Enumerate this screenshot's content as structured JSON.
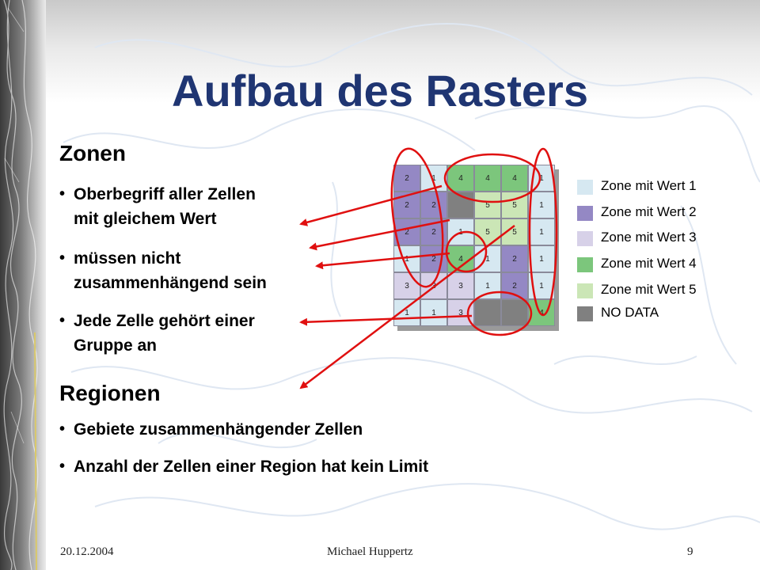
{
  "title": "Aufbau des Rasters",
  "zonen": {
    "heading": "Zonen",
    "bullets": [
      [
        "Oberbegriff aller Zellen",
        "mit gleichem Wert"
      ],
      [
        "müssen nicht",
        "zusammenhängend sein"
      ],
      [
        "Jede Zelle gehört einer",
        "Gruppe an"
      ]
    ]
  },
  "regionen": {
    "heading": "Regionen",
    "bullets": [
      "Gebiete zusammenhängender Zellen",
      "Anzahl der Zellen einer Region hat kein Limit"
    ]
  },
  "raster": {
    "rows": [
      [
        "2",
        "1",
        "4",
        "4",
        "4",
        "1"
      ],
      [
        "2",
        "2",
        "",
        "5",
        "5",
        "1"
      ],
      [
        "2",
        "2",
        "1",
        "5",
        "5",
        "1"
      ],
      [
        "1",
        "2",
        "4",
        "1",
        "2",
        "1"
      ],
      [
        "3",
        "3",
        "3",
        "1",
        "2",
        "1"
      ],
      [
        "1",
        "1",
        "3",
        "",
        "",
        "4"
      ]
    ]
  },
  "legend": [
    {
      "label": "Zone mit Wert 1",
      "color": "#d6e8f1"
    },
    {
      "label": "Zone mit Wert 2",
      "color": "#9488c4"
    },
    {
      "label": "Zone mit Wert 3",
      "color": "#d7d1e8"
    },
    {
      "label": "Zone mit Wert 4",
      "color": "#7cc67c"
    },
    {
      "label": "Zone mit Wert 5",
      "color": "#cbe6b6"
    },
    {
      "label": "NO DATA",
      "color": "#808080"
    }
  ],
  "colors": {
    "1": "#d6e8f1",
    "2": "#9488c4",
    "3": "#d7d1e8",
    "4": "#7cc67c",
    "5": "#cbe6b6",
    "nodata": "#808080",
    "title": "#1f3572",
    "annotation": "#e01010"
  },
  "footer": {
    "date": "20.12.2004",
    "author": "Michael Huppertz",
    "page": "9"
  }
}
